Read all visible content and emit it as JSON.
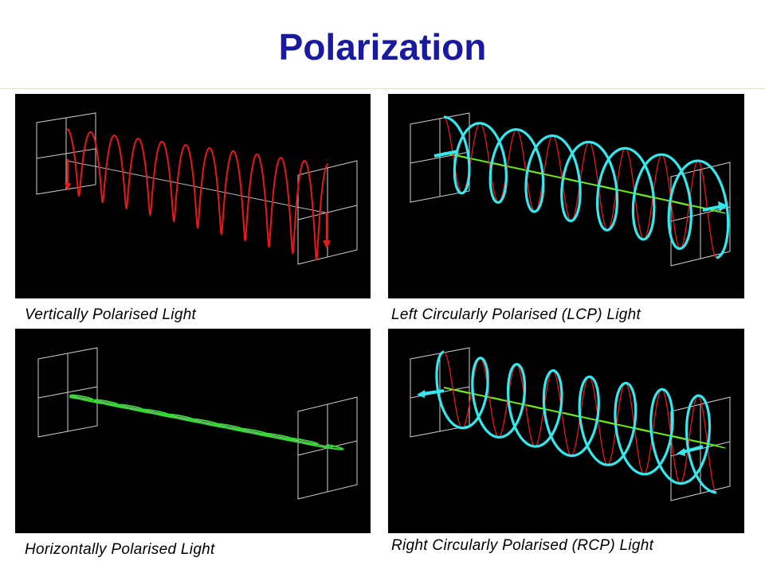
{
  "slide": {
    "title": "Polarization"
  },
  "panels": [
    {
      "caption": "Vertically Polarised Light",
      "mode": "vertical"
    },
    {
      "caption": "Left Circularly Polarised (LCP) Light",
      "mode": "lcp"
    },
    {
      "caption": "Horizontally Polarised Light",
      "mode": "horizontal"
    },
    {
      "caption": "Right Circularly Polarised (RCP) Light",
      "mode": "rcp"
    }
  ],
  "colors": {
    "title": "#1a1aa0",
    "panel_background": "#000000",
    "frame_lines": "#cfcfcf",
    "electric_field_wave": "#e81818",
    "horizontal_wave": "#35d835",
    "circular_helix": "#35e8ee",
    "field_vectors_green": "#6ee818"
  }
}
